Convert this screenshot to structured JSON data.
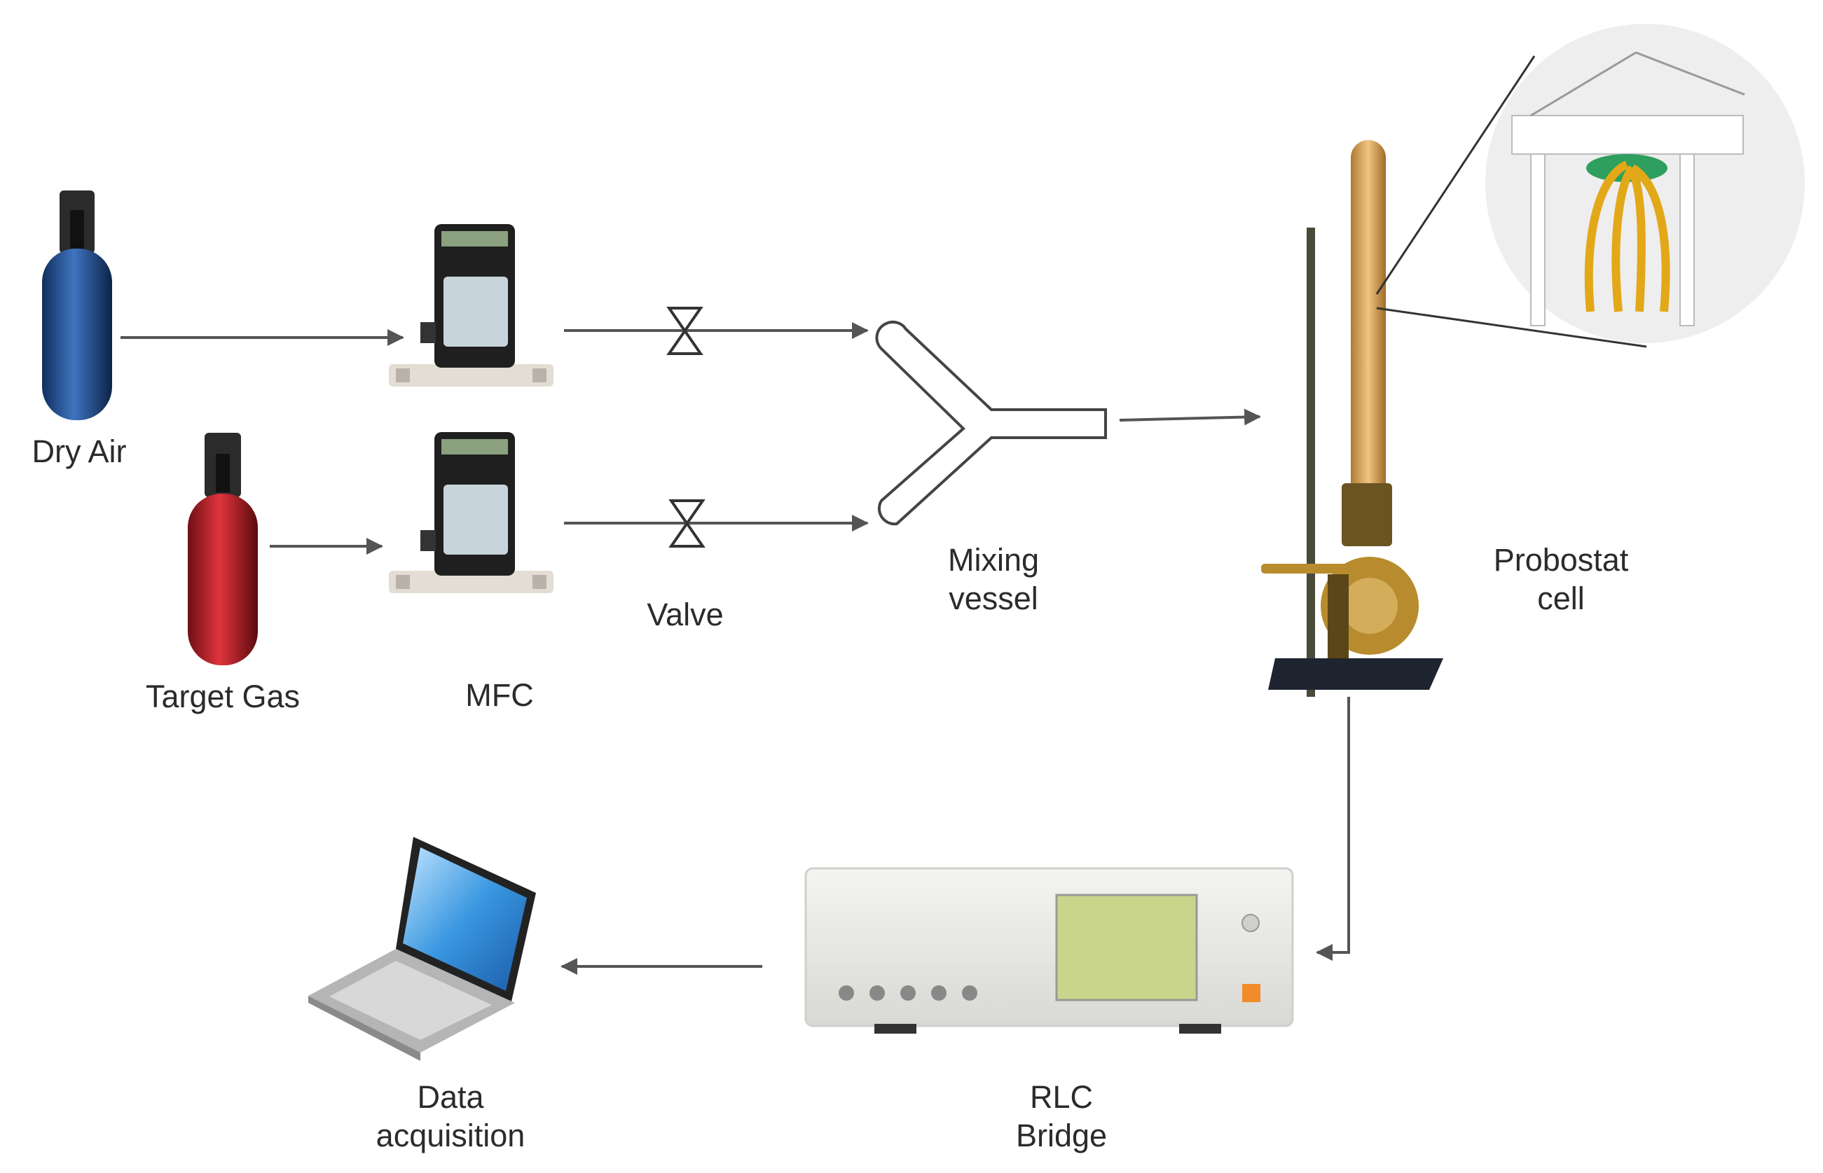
{
  "labels": {
    "dry_air": "Dry Air",
    "target_gas": "Target Gas",
    "mfc": "MFC",
    "valve": "Valve",
    "mixing_line1": "Mixing",
    "mixing_line2": "vessel",
    "probostat_line1": "Probostat",
    "probostat_line2": "cell",
    "rlc_line1": "RLC",
    "rlc_line2": "Bridge",
    "data_line1": "Data",
    "data_line2": "acquisition"
  },
  "colors": {
    "dry_air_cylinder": "#1f4f8f",
    "target_gas_cylinder": "#b01d24",
    "probostat_tube": "#d9a85a",
    "wires": "#e2a818",
    "laptop_screen": "#2f8fd8"
  }
}
